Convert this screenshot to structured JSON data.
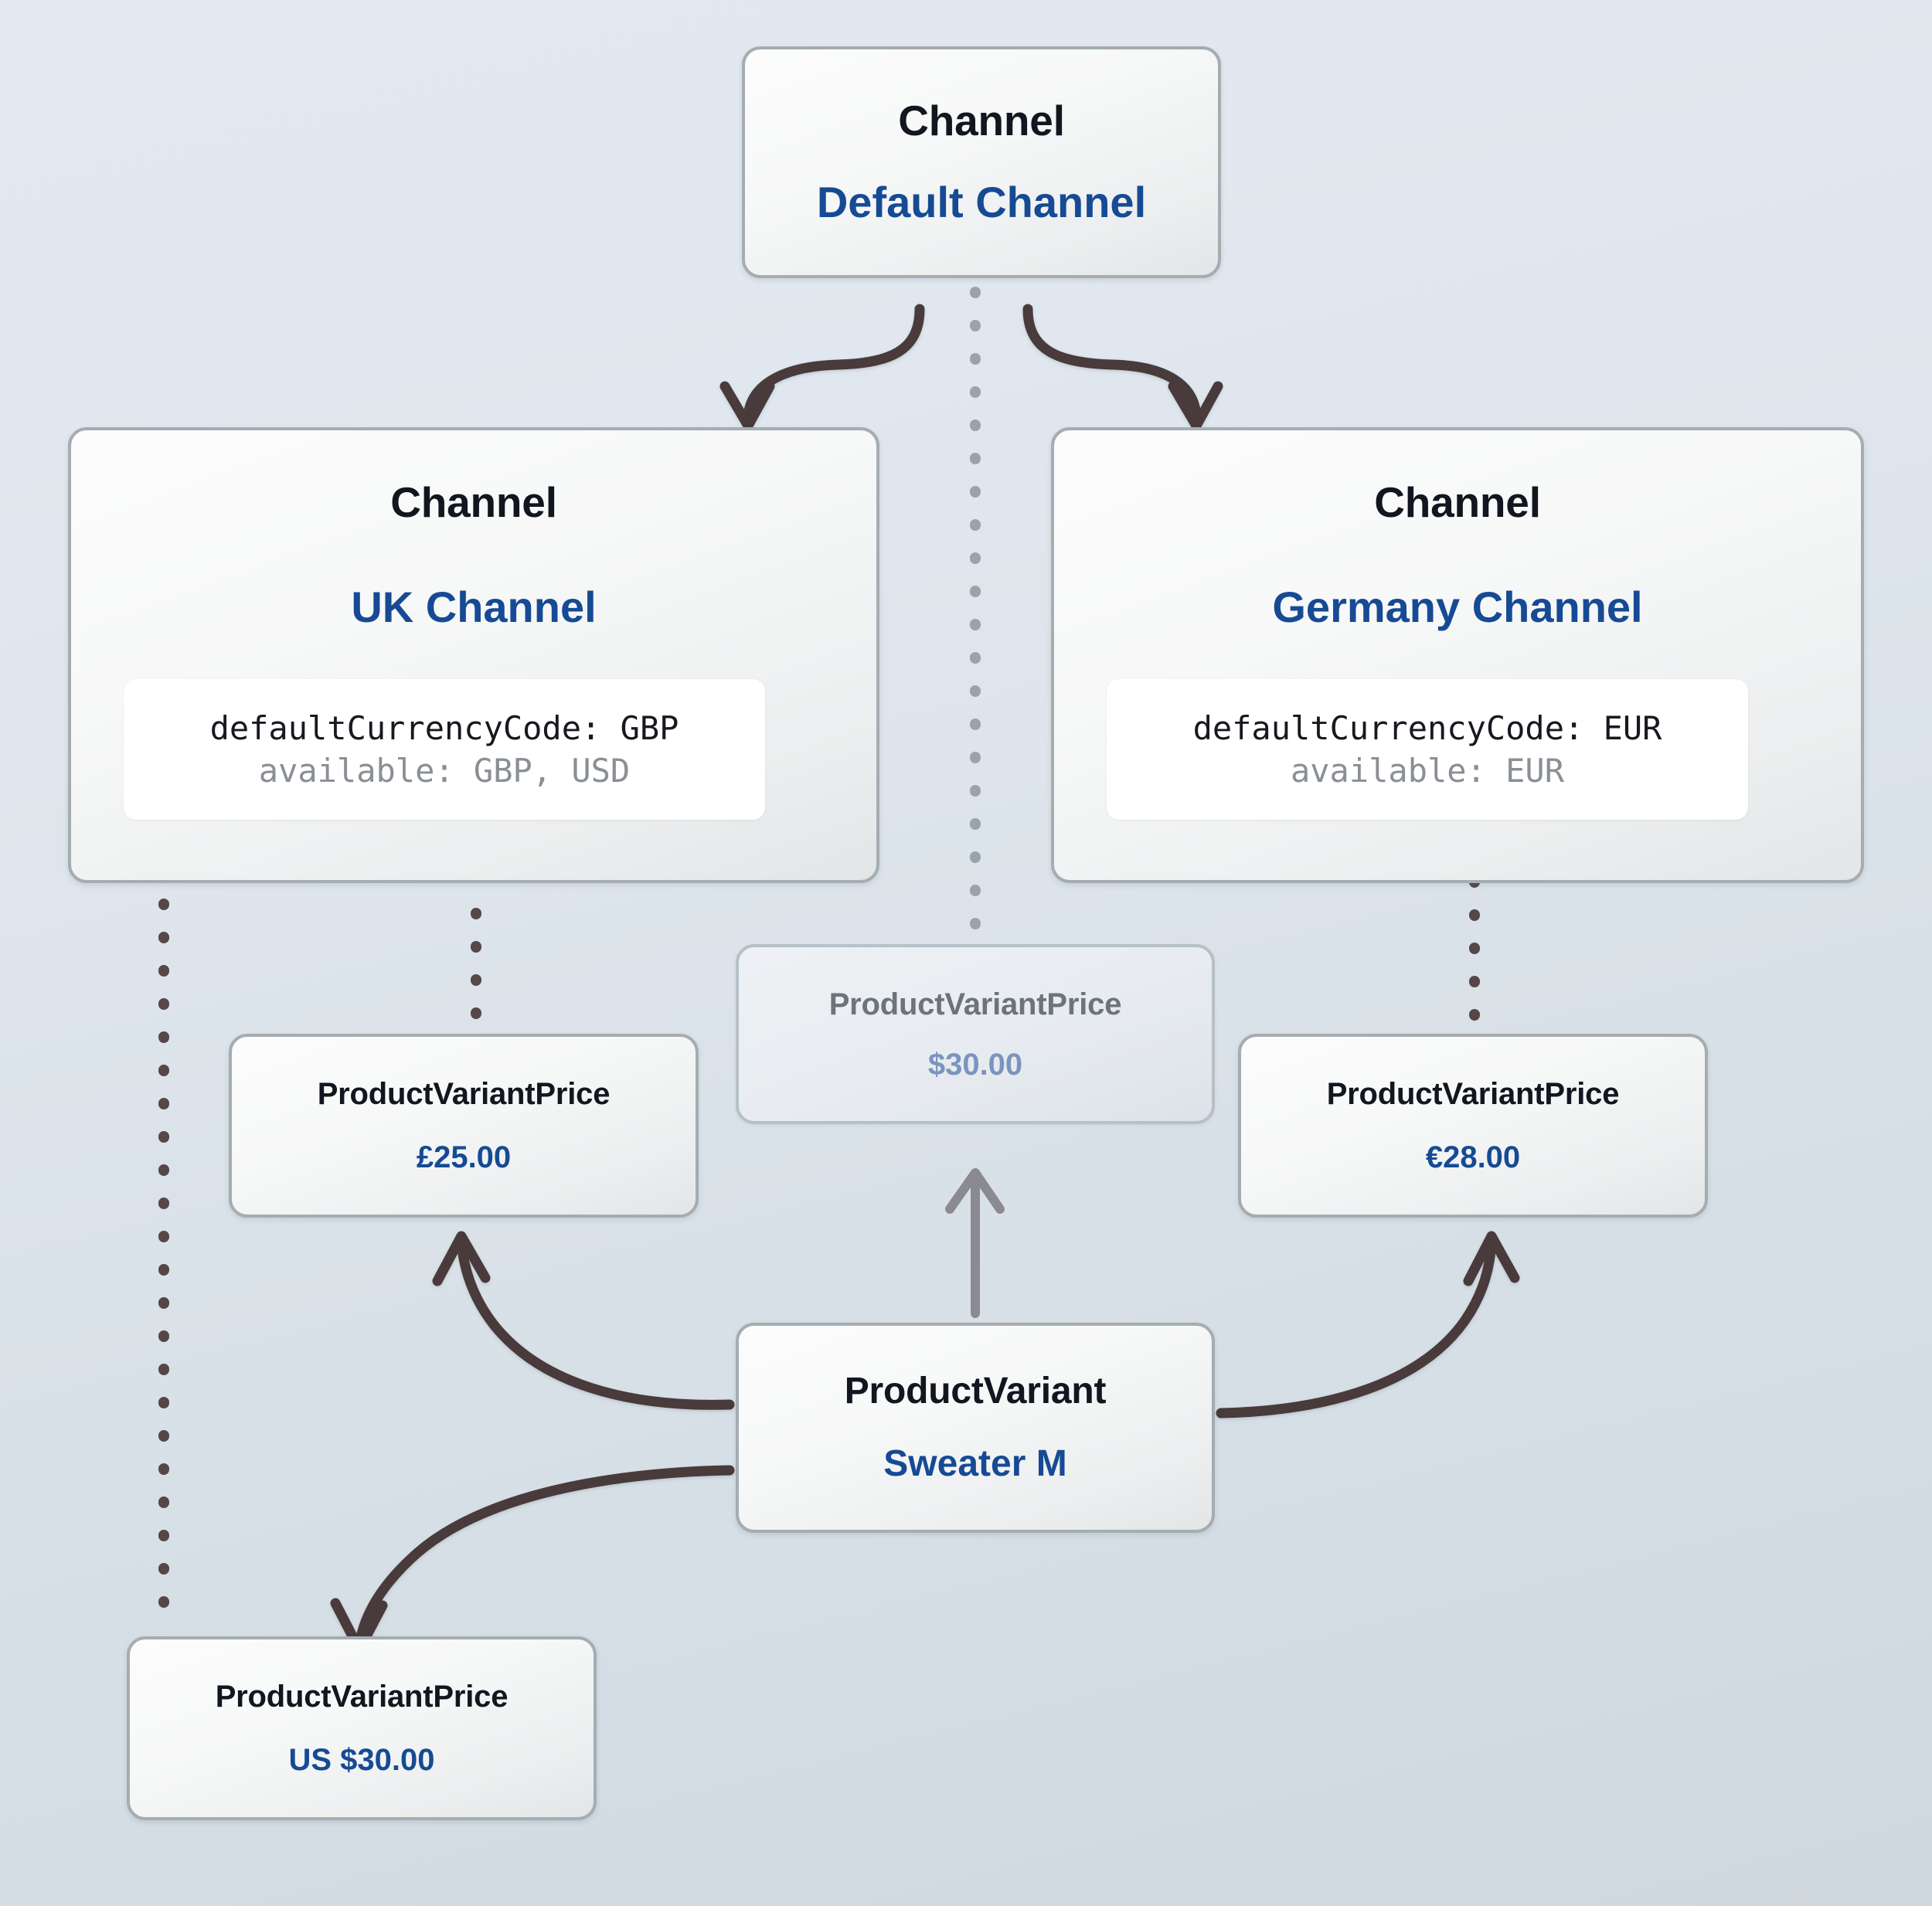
{
  "diagram": {
    "title": "Channel and ProductVariantPrice relationships",
    "colors": {
      "background_top": "#e3e9f0",
      "background_bottom": "#cfd8de",
      "node_border": "#a5adb3",
      "type_label": "#12161f",
      "value_label": "#164a94",
      "ghost_type_label": "#6d737a",
      "ghost_value_label": "#7b94bf",
      "edge_solid": "#4a3a3a",
      "edge_muted": "#8a8a90",
      "code_primary": "#16191f",
      "code_secondary": "#8a8f95",
      "code_background": "#ffffff"
    }
  },
  "nodes": {
    "default_channel": {
      "type": "Channel",
      "value": "Default Channel"
    },
    "uk_channel": {
      "type": "Channel",
      "value": "UK Channel",
      "attributes": {
        "default_currency": "defaultCurrencyCode: GBP",
        "available": "available: GBP, USD"
      }
    },
    "germany_channel": {
      "type": "Channel",
      "value": "Germany Channel",
      "attributes": {
        "default_currency": "defaultCurrencyCode: EUR",
        "available": "available: EUR"
      }
    },
    "price_ghost": {
      "type": "ProductVariantPrice",
      "value": "$30.00"
    },
    "price_gbp": {
      "type": "ProductVariantPrice",
      "value": "£25.00"
    },
    "price_eur": {
      "type": "ProductVariantPrice",
      "value": "€28.00"
    },
    "price_usd": {
      "type": "ProductVariantPrice",
      "value": "US $30.00"
    },
    "product_variant": {
      "type": "ProductVariant",
      "value": "Sweater M"
    }
  },
  "edges": [
    {
      "name": "default-channel-to-uk-channel",
      "style": "solid-curve",
      "arrow": true
    },
    {
      "name": "default-channel-to-germany-channel",
      "style": "solid-curve",
      "arrow": true
    },
    {
      "name": "default-channel-to-price-ghost",
      "style": "dotted",
      "arrow": false
    },
    {
      "name": "uk-channel-to-price-gbp",
      "style": "dotted",
      "arrow": false
    },
    {
      "name": "uk-channel-to-price-usd",
      "style": "dotted",
      "arrow": false
    },
    {
      "name": "germany-channel-to-price-eur",
      "style": "dotted",
      "arrow": false
    },
    {
      "name": "product-variant-to-price-gbp",
      "style": "solid-curve",
      "arrow": true
    },
    {
      "name": "product-variant-to-price-ghost",
      "style": "solid-straight-muted",
      "arrow": true
    },
    {
      "name": "product-variant-to-price-eur",
      "style": "solid-curve",
      "arrow": true
    },
    {
      "name": "product-variant-to-price-usd",
      "style": "solid-curve",
      "arrow": true
    }
  ]
}
